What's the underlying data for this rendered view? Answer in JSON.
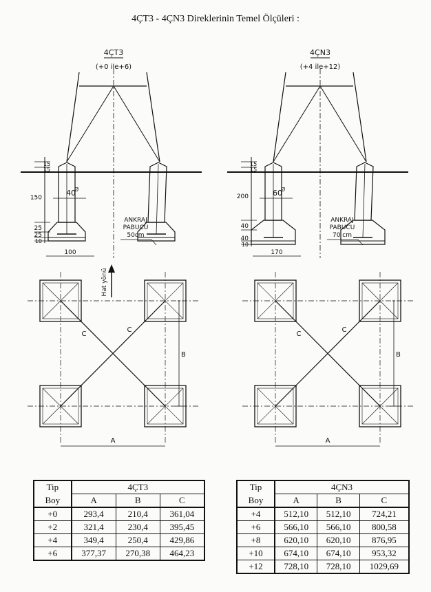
{
  "title": "4ÇT3  -  4ÇN3   Direklerinin Temel Ölçüleri :",
  "drawings": [
    {
      "name": "4ÇT3",
      "range": "(+0 ile+6)",
      "dims": [
        "15",
        "15",
        "150",
        "25",
        "25",
        "10"
      ],
      "diameter": "40",
      "base": "100",
      "anchor": [
        "ANKRAJ",
        "PABUCU",
        "50cm"
      ]
    },
    {
      "name": "4ÇN3",
      "range": "(+4 ile+12)",
      "dims": [
        "15",
        "15",
        "200",
        "40",
        "40",
        "10"
      ],
      "diameter": "60",
      "base": "170",
      "anchor": [
        "ANKRAJ",
        "PABUCU",
        "70 cm"
      ]
    }
  ],
  "plan": {
    "direction_label": "Hat yönü",
    "label_a": "A",
    "label_b": "B",
    "label_c": "C"
  },
  "tables": [
    {
      "title": "4ÇT3",
      "row_header": [
        "Tip",
        "Boy"
      ],
      "columns": [
        "A",
        "B",
        "C"
      ],
      "rows": [
        [
          "+0",
          "293,4",
          "210,4",
          "361,04"
        ],
        [
          "+2",
          "321,4",
          "230,4",
          "395,45"
        ],
        [
          "+4",
          "349,4",
          "250,4",
          "429,86"
        ],
        [
          "+6",
          "377,37",
          "270,38",
          "464,23"
        ]
      ]
    },
    {
      "title": "4ÇN3",
      "row_header": [
        "Tip",
        "Boy"
      ],
      "columns": [
        "A",
        "B",
        "C"
      ],
      "rows": [
        [
          "+4",
          "512,10",
          "512,10",
          "724,21"
        ],
        [
          "+6",
          "566,10",
          "566,10",
          "800,58"
        ],
        [
          "+8",
          "620,10",
          "620,10",
          "876,95"
        ],
        [
          "+10",
          "674,10",
          "674,10",
          "953,32"
        ],
        [
          "+12",
          "728,10",
          "728,10",
          "1029,69"
        ]
      ]
    }
  ]
}
